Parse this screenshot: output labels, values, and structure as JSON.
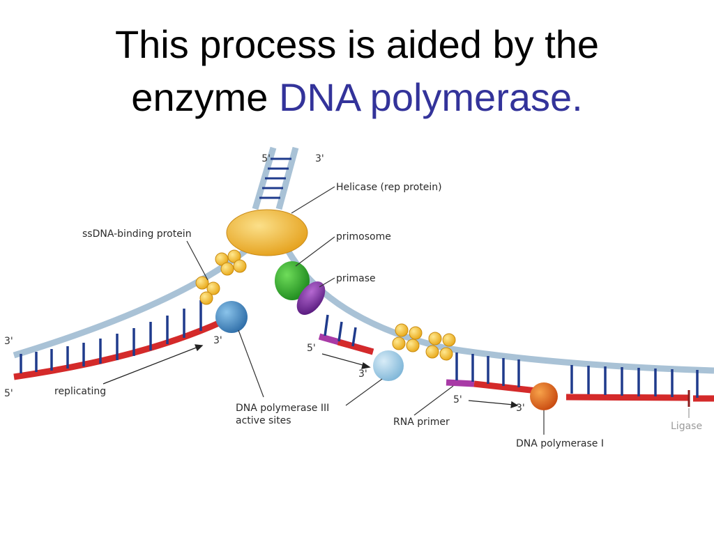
{
  "slide": {
    "title_line1": "This process is aided by the",
    "title_line2_prefix": "enzyme",
    "title_accent_word1": "DNA",
    "title_accent_word2": "polymerase.",
    "title_color": "#000000",
    "accent_color": "#33339a"
  },
  "diagram": {
    "labels": {
      "helicase": "Helicase (rep protein)",
      "ssdna_binding_protein": "ssDNA-binding protein",
      "primosome": "primosome",
      "primase": "primase",
      "replicating": "replicating",
      "dna_pol_iii_line1": "DNA polymerase III",
      "dna_pol_iii_line2": "active sites",
      "rna_primer": "RNA primer",
      "dna_pol_i": "DNA polymerase I",
      "ligase": "Ligase"
    },
    "strand_ends": {
      "top_left": "5'",
      "top_right": "3'",
      "left_upper": "3'",
      "left_lower": "5'",
      "leading_3prime": "3'",
      "lagging_5prime": "5'",
      "lagging_3prime": "3'",
      "primer_5prime": "5'",
      "primer_3prime": "3'"
    },
    "colors": {
      "backbone": "#a9c2d6",
      "new_strand": "#d42a2a",
      "base_pair": "#1f3b8c",
      "helicase": "#f1b83a",
      "primosome": "#2aa62a",
      "primase": "#7a2fa0",
      "ssb": "#f4c234",
      "pol_iii": "#4f93c9",
      "pol_iii_lagging": "#a8cfe6",
      "pol_i": "#e0661a",
      "rna_primer": "#a83aa6"
    }
  }
}
